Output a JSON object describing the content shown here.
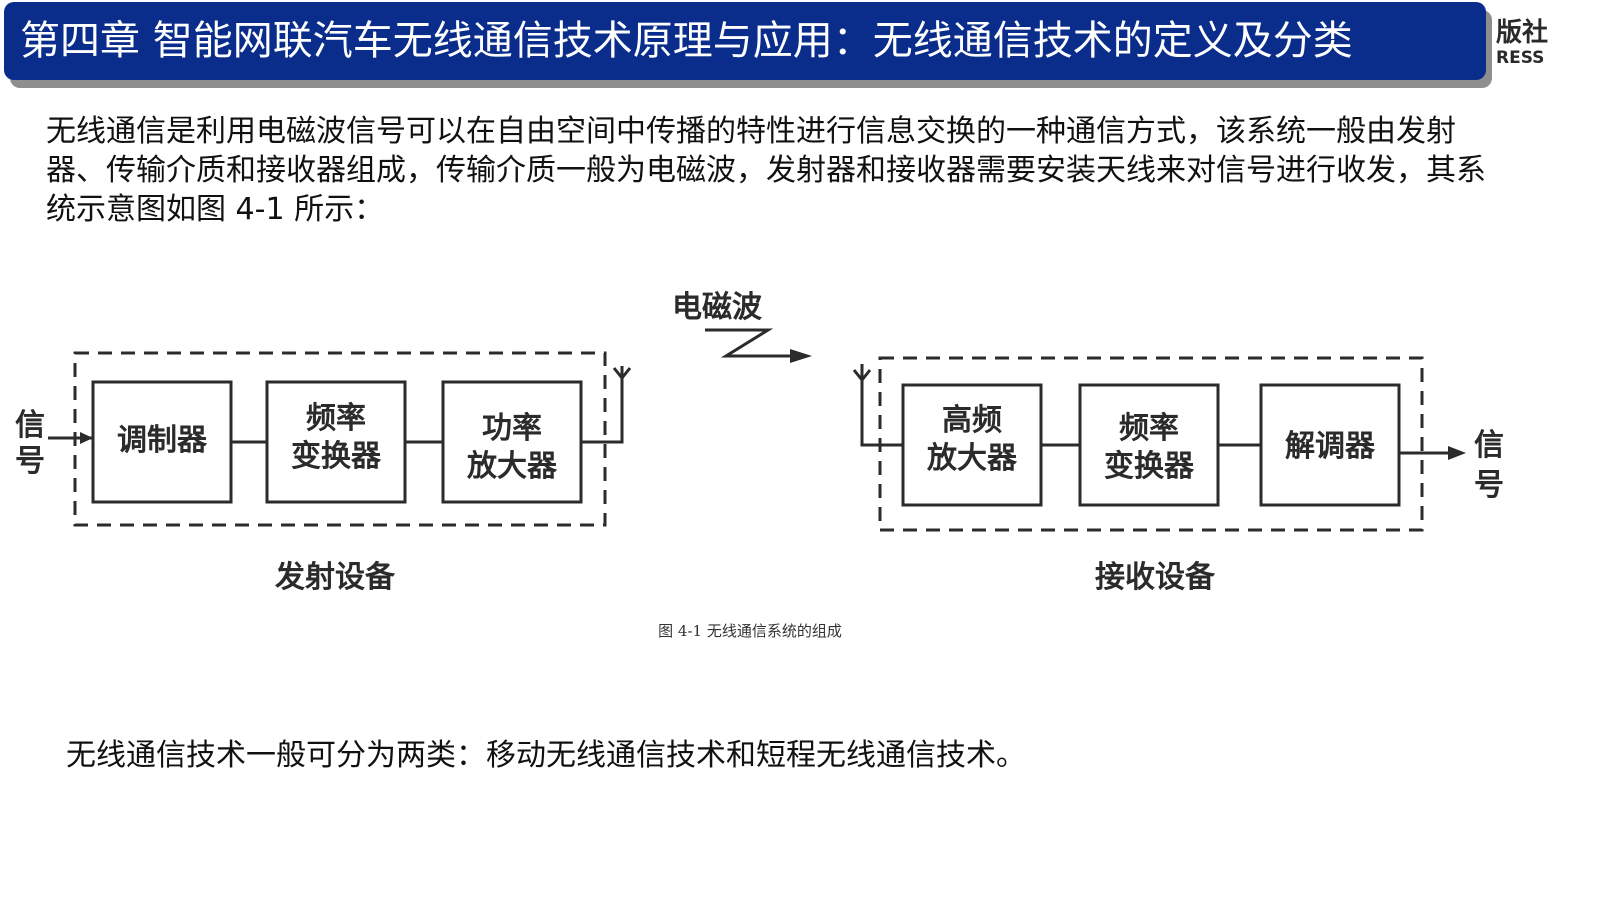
{
  "header": {
    "title": "第四章  智能网联汽车无线通信技术原理与应用：无线通信技术的定义及分类",
    "logo_text_line1": "版社",
    "logo_text_line2": "RESS"
  },
  "intro_paragraph": "无线通信是利用电磁波信号可以在自由空间中传播的特性进行信息交换的一种通信方式，该系统一般由发射器、传输介质和接收器组成，传输介质一般为电磁波，发射器和接收器需要安装天线来对信号进行收发，其系统示意图如图 4-1 所示：",
  "figure": {
    "wave_label": "电磁波",
    "transmitter": {
      "input_label": "信号",
      "blocks": [
        "调制器",
        "频率\n变换器",
        "功率\n放大器"
      ],
      "group_label": "发射设备"
    },
    "receiver": {
      "blocks": [
        "高频\n放大器",
        "频率\n变换器",
        "解调器"
      ],
      "output_label": "信号",
      "group_label": "接收设备"
    },
    "caption": "图 4-1  无线通信系统的组成"
  },
  "summary": "无线通信技术一般可分为两类：移动无线通信技术和短程无线通信技术。"
}
